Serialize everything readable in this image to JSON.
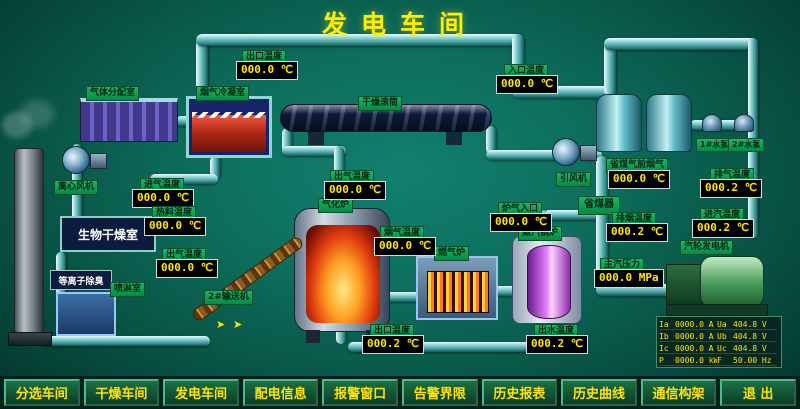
{
  "title": "发电车间",
  "colors": {
    "background": "#0d6e5c",
    "pipe": "#93d6d6",
    "label_bg": "#0a9a50",
    "display_bg": "#000000",
    "display_text": "#ffe600",
    "title_text": "#ffee00",
    "nav_text": "#ffe200"
  },
  "devices": {
    "gas_dist": "气体分配室",
    "centrifugal_fan": "离心风机",
    "condenser": "烟气冷凝室",
    "drum": "干燥滚筒",
    "bio_dry": "生物干燥室",
    "plasma": "等离子除臭",
    "spray": "喷淋室",
    "gasifier": "气化炉",
    "conveyor": "2#输送机",
    "gas_furnace": "燃气炉",
    "boiler": "蒸汽锅炉",
    "economizer": "省煤器",
    "id_fan": "引风机",
    "turbine": "汽轮发电机",
    "pump1": "1#水泵",
    "pump2": "2#水泵"
  },
  "displays": [
    {
      "label": "出口温度",
      "value": "000.0 ℃"
    },
    {
      "label": "入口温度",
      "value": "000.0 ℃"
    },
    {
      "label": "进气温度",
      "value": "000.0 ℃"
    },
    {
      "label": "热料温度",
      "value": "000.0 ℃"
    },
    {
      "label": "出气温度",
      "value": "000.0 ℃"
    },
    {
      "label": "出气温度",
      "value": "000.0 ℃"
    },
    {
      "label": "烟气温度",
      "value": "000.0 ℃"
    },
    {
      "label": "炉气入口",
      "value": "000.0 ℃"
    },
    {
      "label": "省煤气前烟气",
      "value": "000.0 ℃"
    },
    {
      "label": "排烟温度",
      "value": "000.2 ℃"
    },
    {
      "label": "排气温度",
      "value": "000.2 ℃"
    },
    {
      "label": "进汽温度",
      "value": "000.2 ℃"
    },
    {
      "label": "主汽压力",
      "value": "000.0 MPa"
    },
    {
      "label": "出口温度",
      "value": "000.2 ℃"
    },
    {
      "label": "出水温度",
      "value": "000.2 ℃"
    }
  ],
  "meter": {
    "rows": [
      [
        "Ia",
        "0000.0 A",
        "Ua",
        "404.8 V"
      ],
      [
        "Ib",
        "0000.0 A",
        "Ub",
        "404.8 V"
      ],
      [
        "Ic",
        "0000.0 A",
        "Uc",
        "404.8 V"
      ],
      [
        "P",
        "0000.0 kW",
        "F",
        "50.00 Hz"
      ]
    ]
  },
  "misc": {
    "arrows": "➤ ➤"
  },
  "nav": {
    "buttons": [
      "分选车间",
      "干燥车间",
      "发电车间",
      "配电信息",
      "报警窗口",
      "告警界限",
      "历史报表",
      "历史曲线",
      "通信构架",
      "退 出"
    ]
  }
}
